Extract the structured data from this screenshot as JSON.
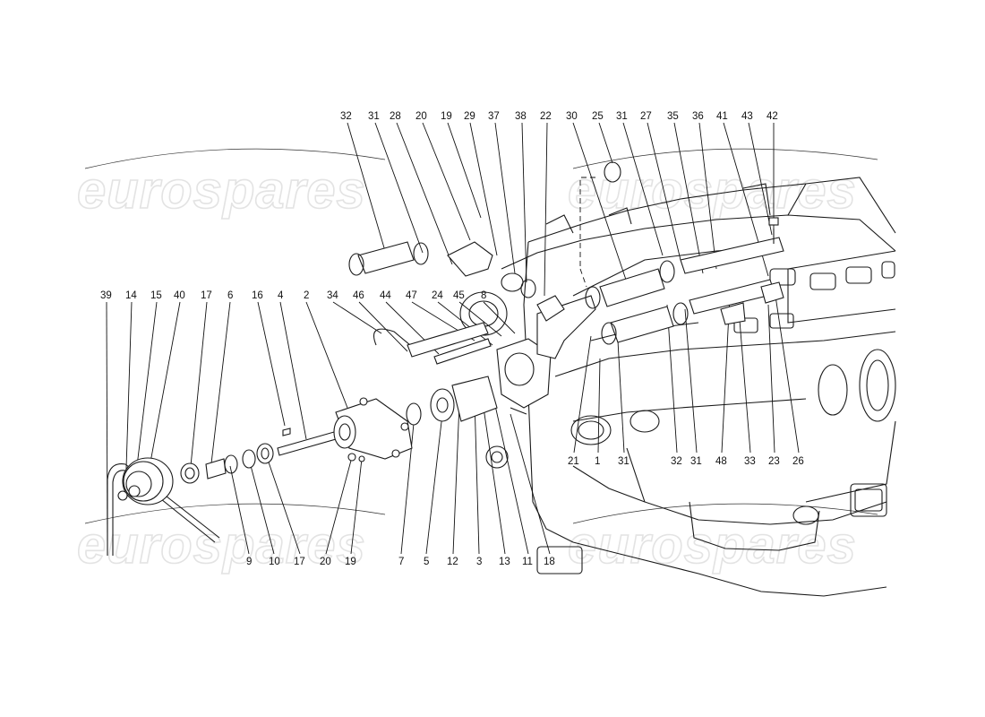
{
  "watermarks": [
    "eurospares",
    "eurospares",
    "eurospares",
    "eurospares"
  ],
  "labels": {
    "top": [
      "32",
      "31",
      "28",
      "20",
      "19",
      "29",
      "37",
      "38",
      "22",
      "30",
      "25",
      "31",
      "27",
      "35",
      "36",
      "41",
      "43",
      "42"
    ],
    "mid": [
      "39",
      "14",
      "15",
      "40",
      "17",
      "6",
      "16",
      "4",
      "2",
      "34",
      "46",
      "44",
      "47",
      "24",
      "45",
      "8"
    ],
    "bottom": [
      "9",
      "10",
      "17",
      "20",
      "19",
      "7",
      "5",
      "12",
      "3",
      "13",
      "11",
      "18"
    ],
    "right": [
      "21",
      "1",
      "31",
      "32",
      "31",
      "48",
      "33",
      "23",
      "26"
    ]
  }
}
